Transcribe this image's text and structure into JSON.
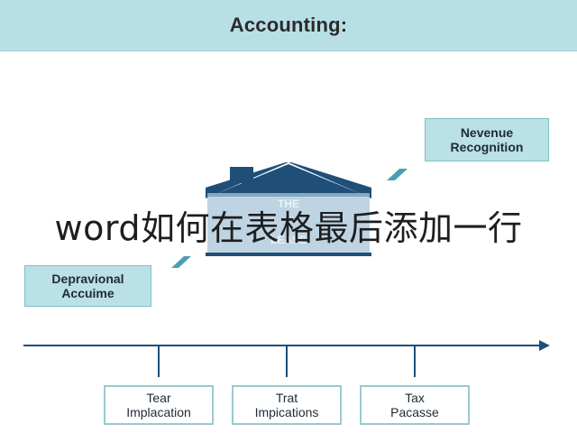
{
  "header": {
    "title": "Accounting:"
  },
  "boxes": {
    "revenue": {
      "line1": "Nevenue",
      "line2": "Recognition"
    },
    "depreciation": {
      "line1": "Depravional",
      "line2": "Accuime"
    }
  },
  "house": {
    "line1": "THE",
    "line2": "LEASE"
  },
  "overlay": {
    "text": "word如何在表格最后添加一行"
  },
  "bottom_boxes": [
    {
      "line1": "Tear",
      "line2": "Implacation"
    },
    {
      "line1": "Trat",
      "line2": "Impications"
    },
    {
      "line1": "Tax",
      "line2": "Pacasse"
    }
  ],
  "colors": {
    "header_bg": "#b7dfe5",
    "box_fill": "#b9e1e6",
    "house": "#1f4e79",
    "timeline": "#1f4e79",
    "arrow_accent": "#4a9fb5"
  }
}
